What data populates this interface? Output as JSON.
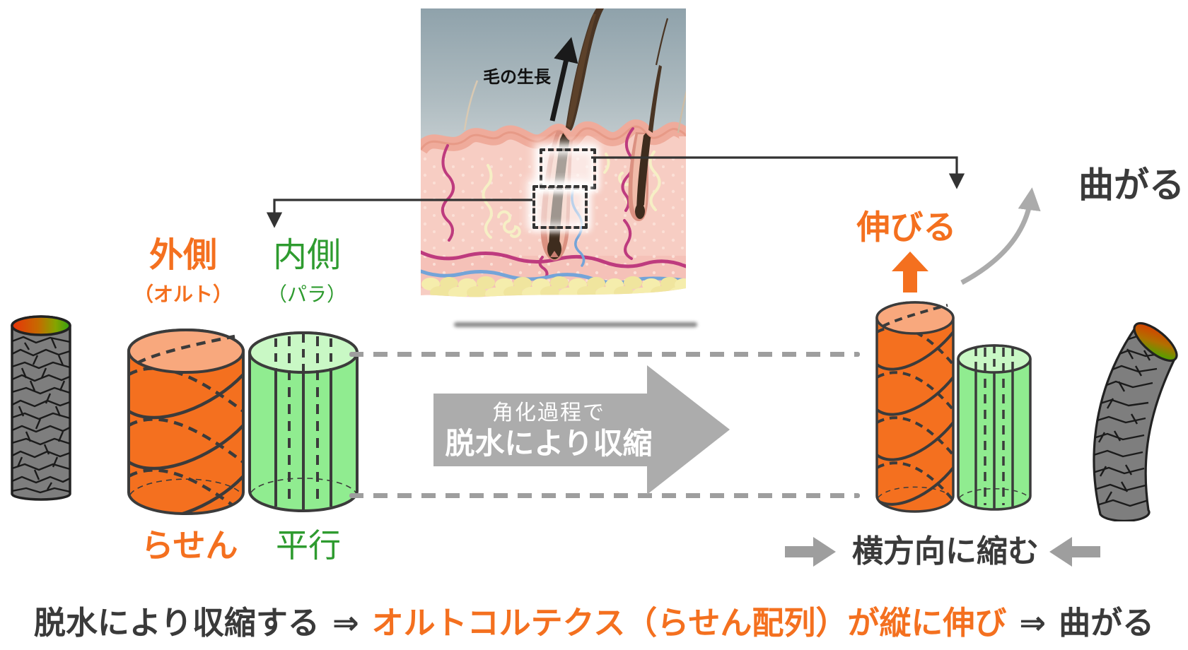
{
  "illustration": {
    "hair_growth_label": "毛の生長"
  },
  "left_group": {
    "outer_label": "外側",
    "outer_sublabel": "（オルト）",
    "inner_label": "内側",
    "inner_sublabel": "（パラ）",
    "spiral_label": "らせん",
    "parallel_label": "平行"
  },
  "center_arrow": {
    "line1": "角化過程で",
    "line2": "脱水により収縮"
  },
  "right_group": {
    "stretch_label": "伸びる",
    "bend_label": "曲がる",
    "shrink_label": "横方向に縮む"
  },
  "caption": {
    "part1": "脱水により収縮する",
    "arrow1": "⇒",
    "part2": "オルトコルテクス（らせん配列）が縦に伸び",
    "arrow2": "⇒",
    "part3": "曲がる"
  },
  "colors": {
    "orange": "#F4701F",
    "green": "#2E9B2F",
    "dark_text": "#3A3A3A",
    "gray_arrow": "#ABABAB",
    "cylinder_orange_top": "#F8A87D",
    "cylinder_green_body": "#90EC90",
    "cylinder_green_top": "#C9F8C5",
    "fiber_gray": "#7E7E7E"
  }
}
